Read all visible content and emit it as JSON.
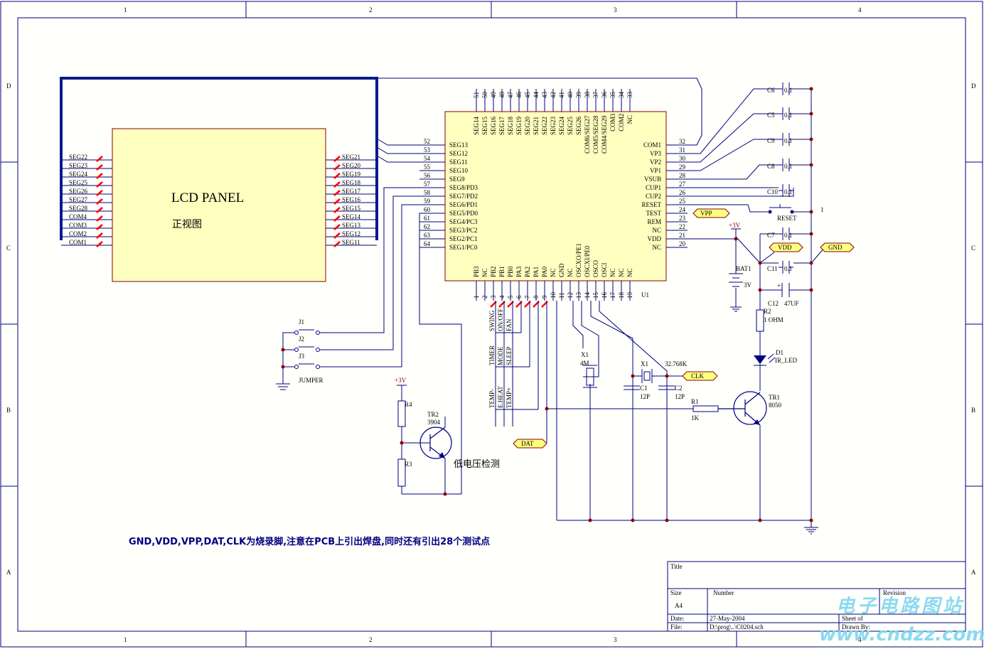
{
  "frame": {
    "cols": [
      "1",
      "2",
      "3",
      "4"
    ],
    "rows": [
      "D",
      "C",
      "B",
      "A"
    ]
  },
  "lcd": {
    "title": "LCD PANEL",
    "subtitle": "正视图",
    "left_pins": [
      "SEG22",
      "SEG23",
      "SEG24",
      "SEG25",
      "SEG26",
      "SEG27",
      "SEG28",
      "COM4",
      "COM3",
      "COM2",
      "COM1"
    ],
    "right_pins": [
      "SEG21",
      "SEG20",
      "SEG19",
      "SEG18",
      "SEG17",
      "SEG16",
      "SEG15",
      "SEG14",
      "SEG13",
      "SEG12",
      "SEG11"
    ]
  },
  "ic": {
    "ref": "U1",
    "top_pin_nums": [
      "51",
      "50",
      "49",
      "48",
      "47",
      "46",
      "45",
      "44",
      "43",
      "42",
      "41",
      "40",
      "39",
      "38",
      "37",
      "36",
      "35",
      "34",
      "33"
    ],
    "top_pin_names": [
      "SEG14",
      "SEG15",
      "SEG16",
      "SEG17",
      "SEG18",
      "SEG19",
      "SEG20",
      "SEG21",
      "SEG22",
      "SEG23",
      "SEG24",
      "SEG25",
      "SEG26",
      "COM6/SEG27",
      "COM5/SEG28",
      "COM4/SEG29",
      "COM3",
      "COM2",
      "NC"
    ],
    "left_pin_nums": [
      "52",
      "53",
      "54",
      "55",
      "56",
      "57",
      "58",
      "59",
      "60",
      "61",
      "62",
      "63",
      "64"
    ],
    "left_pin_names": [
      "SEG13",
      "SEG12",
      "SEG11",
      "SEG10",
      "SEG9",
      "SEG8/PD3",
      "SEG7/PD2",
      "SEG6/PD1",
      "SEG5/PD0",
      "SEG4/PC3",
      "SEG3/PC2",
      "SEG2/PC1",
      "SEG1/PC0"
    ],
    "right_pin_nums": [
      "32",
      "31",
      "30",
      "29",
      "28",
      "27",
      "26",
      "25",
      "24",
      "23",
      "22",
      "21",
      "20"
    ],
    "right_pin_names": [
      "COM1",
      "VP3",
      "VP2",
      "VP1",
      "VSUB",
      "CUP1",
      "CUP2",
      "RESET",
      "TEST",
      "REM",
      "NC",
      "VDD",
      "NC"
    ],
    "bottom_pin_nums": [
      "1",
      "2",
      "3",
      "4",
      "5",
      "6",
      "7",
      "8",
      "9",
      "10",
      "11",
      "12",
      "13",
      "14",
      "15",
      "16",
      "17",
      "18",
      "19"
    ],
    "bottom_pin_names": [
      "PB3",
      "NC",
      "PB2",
      "PB1",
      "PB0",
      "PA3",
      "PA2",
      "PA1",
      "PA0",
      "NC",
      "GND",
      "NC",
      "OSCXO/PE1",
      "OSCXI/PE0",
      "OSCO",
      "OSCI",
      "NC",
      "NC",
      "NC"
    ]
  },
  "caps": [
    {
      "ref": "C6",
      "val": "0.1"
    },
    {
      "ref": "C5",
      "val": "0.1"
    },
    {
      "ref": "C9",
      "val": "0.1"
    },
    {
      "ref": "C8",
      "val": "0.1"
    },
    {
      "ref": "C10",
      "val": "0.1"
    },
    {
      "ref": "C7",
      "val": "0.1"
    },
    {
      "ref": "C11",
      "val": "0.1"
    }
  ],
  "parts": {
    "reset_label": "RESET",
    "reset_pin": "1",
    "bat_ref": "BAT1",
    "bat_val": "3V",
    "supply": "+3V",
    "c12_ref": "C12",
    "c12_val": "47UF",
    "c12_plus": "+",
    "r2_ref": "R2",
    "r2_val": "1 OHM",
    "d1_ref": "D1",
    "d1_val": "IR_LED",
    "tr1_ref": "TR1",
    "tr1_val": "8050",
    "r1_ref": "R1",
    "r1_val": "1K",
    "x1a_ref": "X1",
    "x1a_val": "4M",
    "x1b_ref": "X1",
    "x1b_val": "32.768K",
    "c1_ref": "C1",
    "c1_val": "12P",
    "c2_ref": "C2",
    "c2_val": "12P",
    "r4_ref": "R4",
    "r3_ref": "R3",
    "tr2_ref": "TR2",
    "tr2_val": "3904",
    "lowv": "低电压检测",
    "j1": "J1",
    "j2": "J2",
    "j3": "J3",
    "jumper": "JUMPER"
  },
  "ports": {
    "vpp": "VPP",
    "vdd": "VDD",
    "gnd": "GND",
    "clk": "CLK",
    "dat": "DAT"
  },
  "keys": [
    "SWING",
    "ON/OFF",
    "FAN",
    "TIMER",
    "MODE",
    "SLEEP",
    "TEMP-",
    "E.HEAT",
    "TEMP+"
  ],
  "note": "GND,VDD,VPP,DAT,CLK为烧录脚,注意在PCB上引出焊盘,同时还有引出28个测试点",
  "titleblock": {
    "title_lbl": "Title",
    "size_lbl": "Size",
    "size_val": "A4",
    "number_lbl": "Number",
    "revision_lbl": "Revision",
    "date_lbl": "Date:",
    "date_val": "27-May-2004",
    "file_lbl": "File:",
    "file_val": "D:\\prog\\..\\C0204.sch",
    "sheet_lbl": "Sheet    of",
    "drawn_lbl": "Drawn By:"
  },
  "watermark": {
    "cn": "电子电路图站",
    "url": "www.cndzz.com"
  },
  "colors": {
    "wire": "#000080",
    "bus": "#0a1a8c",
    "part_fill": "#ffffc0",
    "junction": "#8b0000",
    "noconnect": "#ff0000"
  }
}
